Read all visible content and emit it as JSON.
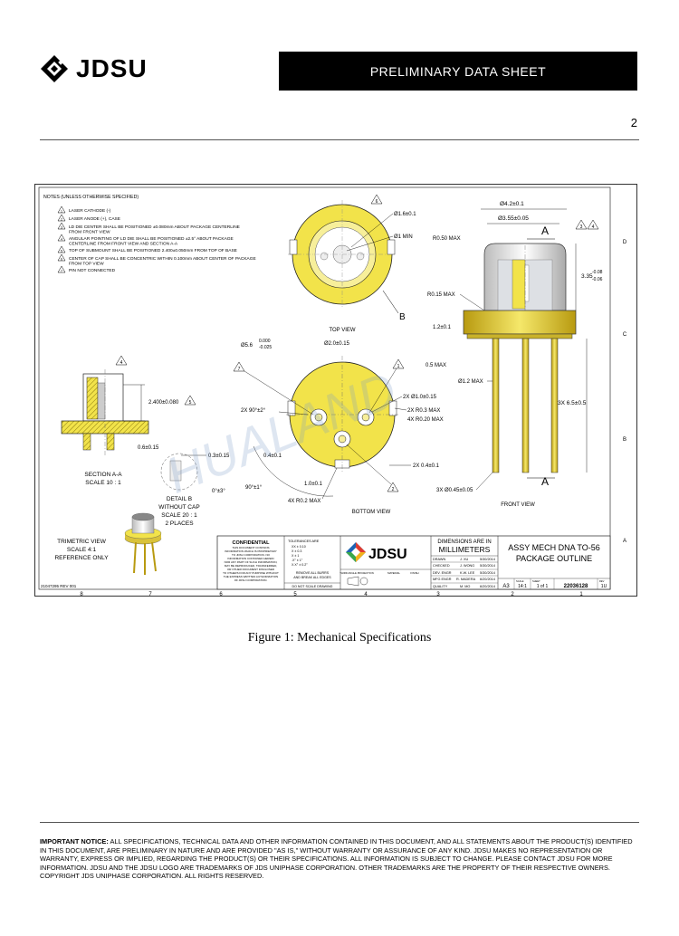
{
  "header": {
    "logo_text": "JDSU",
    "banner_text": "PRELIMINARY DATA SHEET",
    "page_number": "2"
  },
  "drawing": {
    "notes_title": "NOTES (UNLESS OTHERWISE SPECIFIED)",
    "notes": [
      {
        "num": "1",
        "text": "LASER CATHODE (-)"
      },
      {
        "num": "2",
        "text": "LASER ANODE (+), CASE"
      },
      {
        "num": "3",
        "text": "LD DIE CENTER SHALL BE POSITIONED ±0.080mm ABOUT PACKAGE CENTERLINE"
      },
      {
        "num": "",
        "text": "FROM FRONT VIEW"
      },
      {
        "num": "4",
        "text": "ANGULAR POINTING OF LD DIE SHALL BE POSITIONED ±2.5° ABOUT PACKAGE"
      },
      {
        "num": "",
        "text": "CENTERLINE FROM FRONT VIEW AND SECTION A-A"
      },
      {
        "num": "5",
        "text": "TOP OF SUBMOUNT SHALL BE POSITIONED 2.400±0.050mm FROM TOP OF BASE"
      },
      {
        "num": "6",
        "text": "CENTER OF CAP SHALL BE CONCENTRIC WITHIN 0.100mm ABOUT CENTER OF PACKAGE"
      },
      {
        "num": "",
        "text": "FROM TOP VIEW"
      },
      {
        "num": "7",
        "text": "PIN NOT CONNECTED"
      }
    ],
    "dims": {
      "top_d16": "Ø1.6±0.1",
      "top_d1min": "Ø1 MIN",
      "top_view": "TOP VIEW",
      "label_b": "B",
      "d56": "Ø5.6",
      "d56_tol_up": "0.000",
      "d56_tol_dn": "-0.025",
      "d20": "Ø2.0±0.15",
      "pcd": "2X 90°±2°",
      "hole": "2X Ø1.0±0.15",
      "r03": "2X R0.3 MAX",
      "r02a": "4X R0.20 MAX",
      "d04": "0.4±0.1",
      "d24": "2X 0.4±0.1",
      "d10": "1.0±0.1",
      "r02b": "4X R0.2 MAX",
      "bottom_view": "BOTTOM VIEW",
      "ang90": "90°±1°",
      "d42": "Ø4.2±0.1",
      "d355": "Ø3.55±0.05",
      "label_a": "A",
      "r050": "R0.50 MAX",
      "h335": "3.35",
      "h335_up": "-0.08",
      "h335_dn": "-0.06",
      "r015": "R0.15 MAX",
      "h12": "1.2±0.1",
      "h05": "0.5 MAX",
      "d12": "Ø1.2 MAX",
      "pin_len": "3X 6.5±0.5",
      "pin_d": "3X Ø0.45±0.05",
      "front_view": "FRONT VIEW",
      "sub_h": "2.400±0.080",
      "sec_d": "0.6±0.15",
      "sec_title": "SECTION A-A",
      "sec_scale": "SCALE 10 : 1",
      "det_dim": "0.3±0.15",
      "det_ang": "0°±3°",
      "det_title": "DETAIL B",
      "det_sub": "WITHOUT CAP",
      "det_scale": "SCALE 20 : 1",
      "det_places": "2 PLACES",
      "tri_title": "TRIMETRIC VIEW",
      "tri_scale": "SCALE 4:1",
      "tri_ref": "REFERENCE ONLY",
      "watermark": "HUALAND",
      "doc_no_left": "21047295 REV 001"
    },
    "callouts": [
      "1",
      "2",
      "4",
      "5",
      "6",
      "7",
      "3",
      "4"
    ],
    "zones_right": [
      "D",
      "C",
      "B",
      "A"
    ],
    "zones_bottom": [
      "8",
      "7",
      "6",
      "5",
      "4",
      "3",
      "2",
      "1"
    ],
    "title_block": {
      "confidential_title": "CONFIDENTIAL",
      "confidential_lines": [
        "THIS DOCUMENT CONTAINS",
        "INFORMATION WHICH IS PROPRIETARY",
        "TO JDSU CORPORATION. NO",
        "INFORMATION CONTAINED HEREIN",
        "NOR ANY PART OF SUCH INFORMATION,",
        "MAY BE REPRODUCED, TRANSFERRED,",
        "OR OTHER DOCUMENT DISCLOSED",
        "TO OTHERS FOR ANY PURPOSE WITHOUT",
        "THE EXPRESS WRITTEN AUTHORIZATION",
        "OF JDSU CORPORATION."
      ],
      "tolerances_title": "TOLERANCES ARE",
      "tolerances": [
        "XX ± 0.10",
        "X ± 0.3",
        "X ± 1",
        ".X° ± 1°",
        "X.X° ± 0.2°"
      ],
      "remove_burrs": "REMOVE ALL BURRS",
      "break_edges": "AND BREAK ALL EDGES",
      "do_not_scale": "DO NOT SCALE DRAWING",
      "projection": "THIRD ANGLE PROJECTION",
      "material": "MATERIAL",
      "finish": "FINISH",
      "logo": "JDSU",
      "dims_in": "DIMENSIONS ARE IN",
      "units": "MILLIMETERS",
      "rows": [
        {
          "role": "DRAWN",
          "name": "J. XU",
          "date": "5/30/2014"
        },
        {
          "role": "CHECKED",
          "name": "J. WONG",
          "date": "5/30/2014"
        },
        {
          "role": "DEV. ENGR",
          "name": "K.W. LEE",
          "date": "5/30/2014"
        },
        {
          "role": "MFG ENGR",
          "name": "R. MADERA",
          "date": "6/20/2014"
        },
        {
          "role": "QUALITY",
          "name": "M. MO",
          "date": "6/20/2014"
        }
      ],
      "title_line1": "ASSY MECH DNA TO-56",
      "title_line2": "PACKAGE OUTLINE",
      "size": "A3",
      "scale_label": "SCALE",
      "scale": "14:1",
      "sheet_label": "SHEET",
      "sheet": "1 of 1",
      "partno": "22036128",
      "rev_label": "REV",
      "rev": "1U"
    }
  },
  "caption": "Figure 1: Mechanical Specifications",
  "notice": {
    "label": "IMPORTANT NOTICE:",
    "text": " ALL SPECIFICATIONS, TECHNICAL DATA AND OTHER INFORMATION CONTAINED IN THIS DOCUMENT, AND ALL STATEMENTS ABOUT THE PRODUCT(S) IDENTIFIED IN THIS DOCUMENT, ARE PRELIMINARY IN NATURE AND ARE PROVIDED \"AS IS,\" WITHOUT WARRANTY OR ASSURANCE OF ANY KIND. JDSU MAKES NO REPRESENTATION OR WARRANTY, EXPRESS OR IMPLIED, REGARDING THE PRODUCT(S) OR THEIR SPECIFICATIONS. ALL INFORMATION IS SUBJECT TO CHANGE.  PLEASE CONTACT JDSU FOR MORE INFORMATION. JDSU AND THE JDSU LOGO ARE TRADEMARKS OF JDS UNIPHASE CORPORATION. OTHER TRADEMARKS ARE THE PROPERTY OF THEIR RESPECTIVE OWNERS.  COPYRIGHT JDS UNIPHASE CORPORATION.  ALL RIGHTS RESERVED."
  }
}
